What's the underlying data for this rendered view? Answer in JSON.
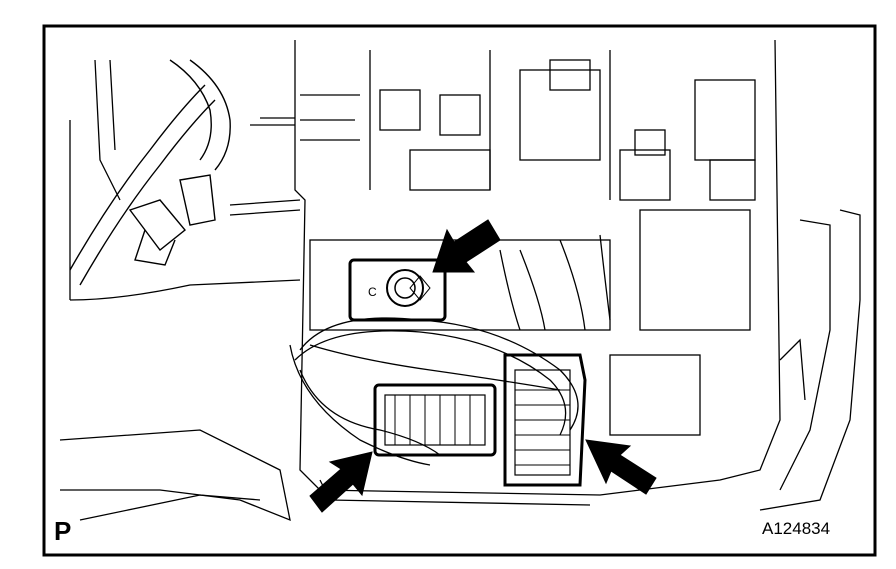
{
  "figure": {
    "view_code": "P",
    "figure_id": "A124834",
    "bolt_marking": "C"
  },
  "colors": {
    "line": "#000000",
    "background": "#ffffff"
  },
  "icons": {
    "arrows": "arrow-icon"
  }
}
